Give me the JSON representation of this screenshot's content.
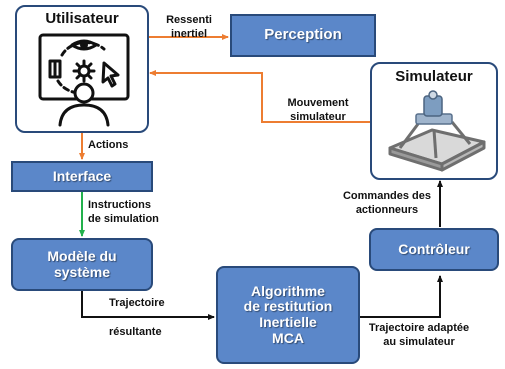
{
  "nodes": {
    "utilisateur": "Utilisateur",
    "perception": "Perception",
    "simulateur": "Simulateur",
    "interface": "Interface",
    "modele_line1": "Modèle du",
    "modele_line2": "système",
    "algo_line1": "Algorithme",
    "algo_line2": "de restitution",
    "algo_line3": "Inertielle",
    "algo_line4": "MCA",
    "controleur": "Contrôleur"
  },
  "edges": {
    "ressenti_line1": "Ressenti",
    "ressenti_line2": "inertiel",
    "mouvement_line1": "Mouvement",
    "mouvement_line2": "simulateur",
    "actions": "Actions",
    "instructions_line1": "Instructions",
    "instructions_line2": "de simulation",
    "trajectoire_line1": "Trajectoire",
    "trajectoire_line2": "résultante",
    "adaptee_line1": "Trajectoire adaptée",
    "adaptee_line2": "au simulateur",
    "commandes_line1": "Commandes des",
    "commandes_line2": "actionneurs"
  },
  "colors": {
    "box_fill": "#5b87c9",
    "box_border": "#294a7a",
    "arrow_orange": "#ed7d31",
    "arrow_green": "#22b14c",
    "arrow_dark": "#111111"
  },
  "icons": [
    "user-at-computer-icon",
    "motion-platform-icon"
  ]
}
